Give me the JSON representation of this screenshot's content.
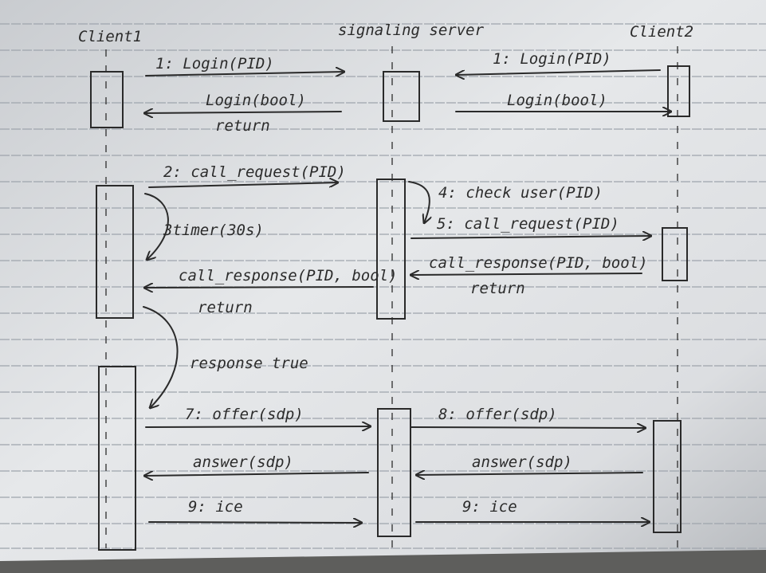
{
  "participants": {
    "client1": "Client1",
    "server": "signaling server",
    "client2": "Client2"
  },
  "messages": {
    "m1_left": "1: Login(PID)",
    "m1_right": "1: Login(PID)",
    "ret_left": "Login(bool)",
    "ret_left2": "return",
    "ret_right": "Login(bool)",
    "m2": "2: call_request(PID)",
    "timer": "3timer(30s)",
    "m4": "4: check user(PID)",
    "m5": "5: call_request(PID)",
    "resp_right": "call_response(PID, bool)",
    "resp_right_ret": "return",
    "resp_left": "call_response(PID, bool)",
    "resp_left_ret": "return",
    "response_true": "response true",
    "m7": "7: offer(sdp)",
    "m8": "8: offer(sdp)",
    "answer_left": "answer(sdp)",
    "answer_right": "answer(sdp)",
    "ice_left": "9: ice",
    "ice_right": "9: ice"
  }
}
